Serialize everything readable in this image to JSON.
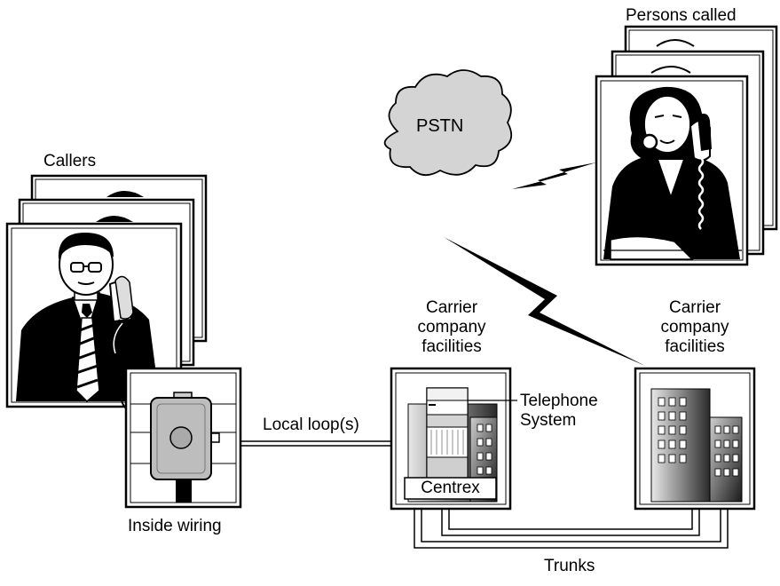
{
  "diagram": {
    "labels": {
      "callers": "Callers",
      "persons_called": "Persons called",
      "pstn": "PSTN",
      "carrier_left": [
        "Carrier",
        "company",
        "facilities"
      ],
      "carrier_right": [
        "Carrier",
        "company",
        "facilities"
      ],
      "telephone_system": [
        "Telephone",
        "System"
      ],
      "centrex": "Centrex",
      "local_loops": "Local loop(s)",
      "inside_wiring": "Inside wiring",
      "trunks": "Trunks"
    }
  }
}
